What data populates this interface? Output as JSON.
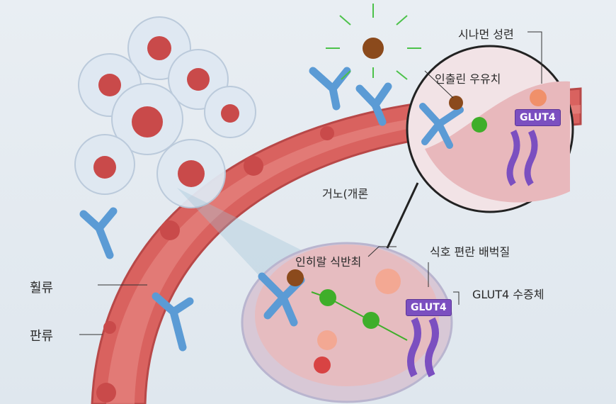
{
  "labels": {
    "cinnamon": "시나먼 성련",
    "insulin": "인출린 우유치",
    "receptor_area": "거노(개론",
    "intracellular": "인히랄 식반최",
    "cell_membrane": "식호 편란 배벅질",
    "glut4_vesicle": "GLUT4 수증체",
    "blood_flow": "훨류",
    "platelet": "판류"
  },
  "badges": {
    "glut4_top": "GLUT4",
    "glut4_bottom": "GLUT4"
  },
  "colors": {
    "vessel": "#d9625f",
    "receptor": "#5b9bd5",
    "glut4": "#7b4fc0",
    "insulin": "#8b4a1c",
    "glucose": "#3fae2a"
  }
}
